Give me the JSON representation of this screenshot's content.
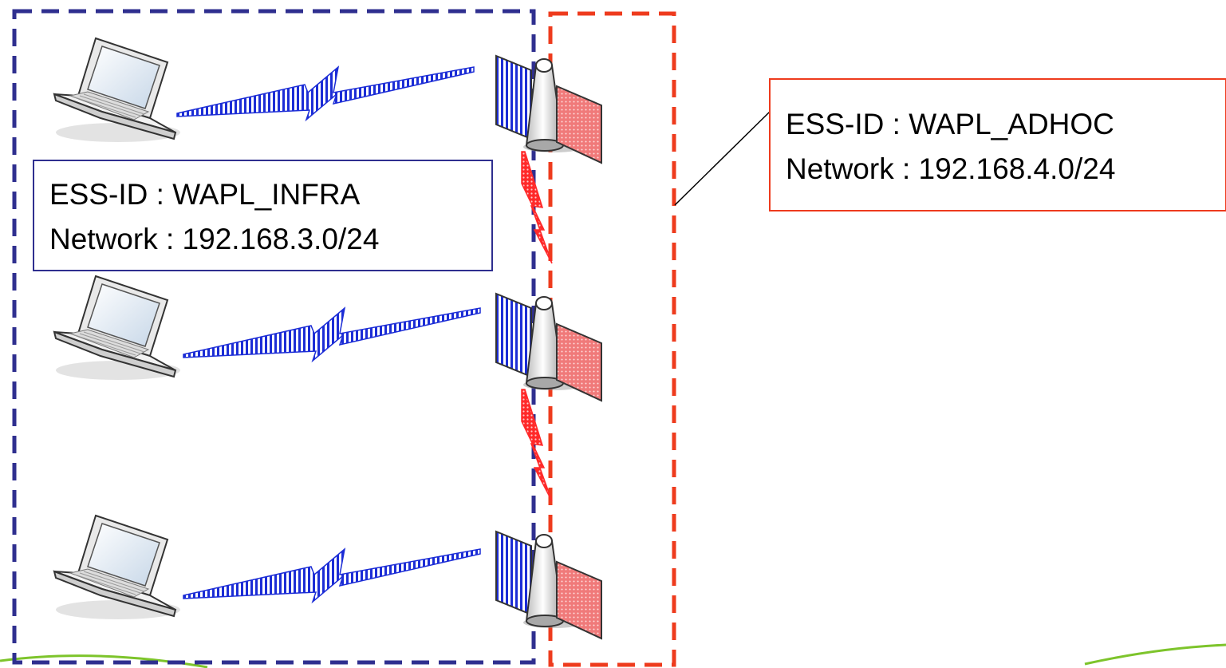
{
  "infra": {
    "ess_id": "ESS-ID : WAPL_INFRA",
    "network": "Network : 192.168.3.0/24",
    "color": "#2f2f8f"
  },
  "adhoc": {
    "ess_id": "ESS-ID : WAPL_ADHOC",
    "network": "Network : 192.168.4.0/24",
    "color": "#ee3b1d"
  },
  "links": {
    "infra_color": "#1c2dd6",
    "adhoc_color": "#ff2a2a"
  },
  "icons": {
    "laptop": "laptop-icon",
    "access_point": "access-point-icon"
  },
  "decoration": {
    "swoosh_color": "#7dc42b"
  }
}
